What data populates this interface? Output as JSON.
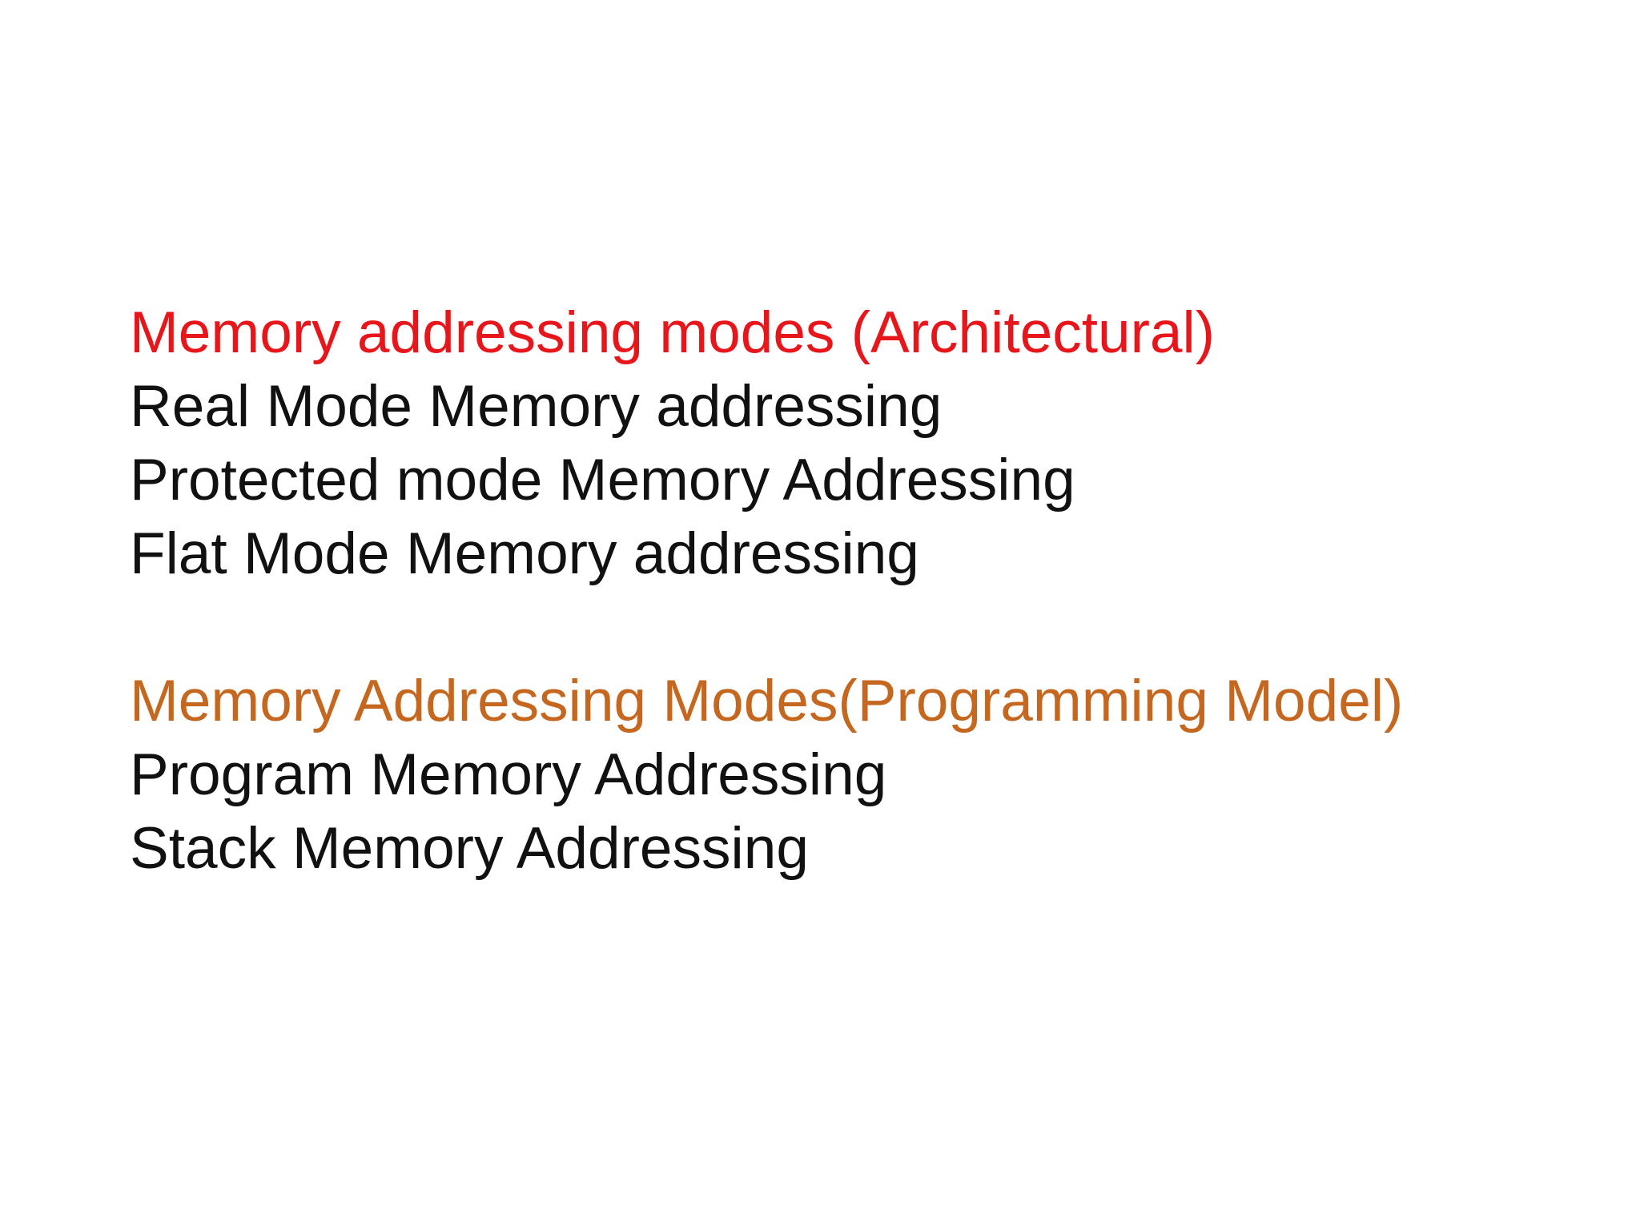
{
  "section1": {
    "heading": "Memory addressing modes (Architectural)",
    "heading_color": "#e8151b",
    "items": [
      "Real Mode Memory addressing",
      "Protected mode Memory Addressing",
      "Flat Mode Memory addressing"
    ]
  },
  "section2": {
    "heading": "Memory Addressing Modes(Programming Model)",
    "heading_color": "#c5671f",
    "items": [
      "Program Memory Addressing",
      "Stack Memory Addressing"
    ]
  },
  "text_color": "#111111",
  "background_color": "#ffffff"
}
